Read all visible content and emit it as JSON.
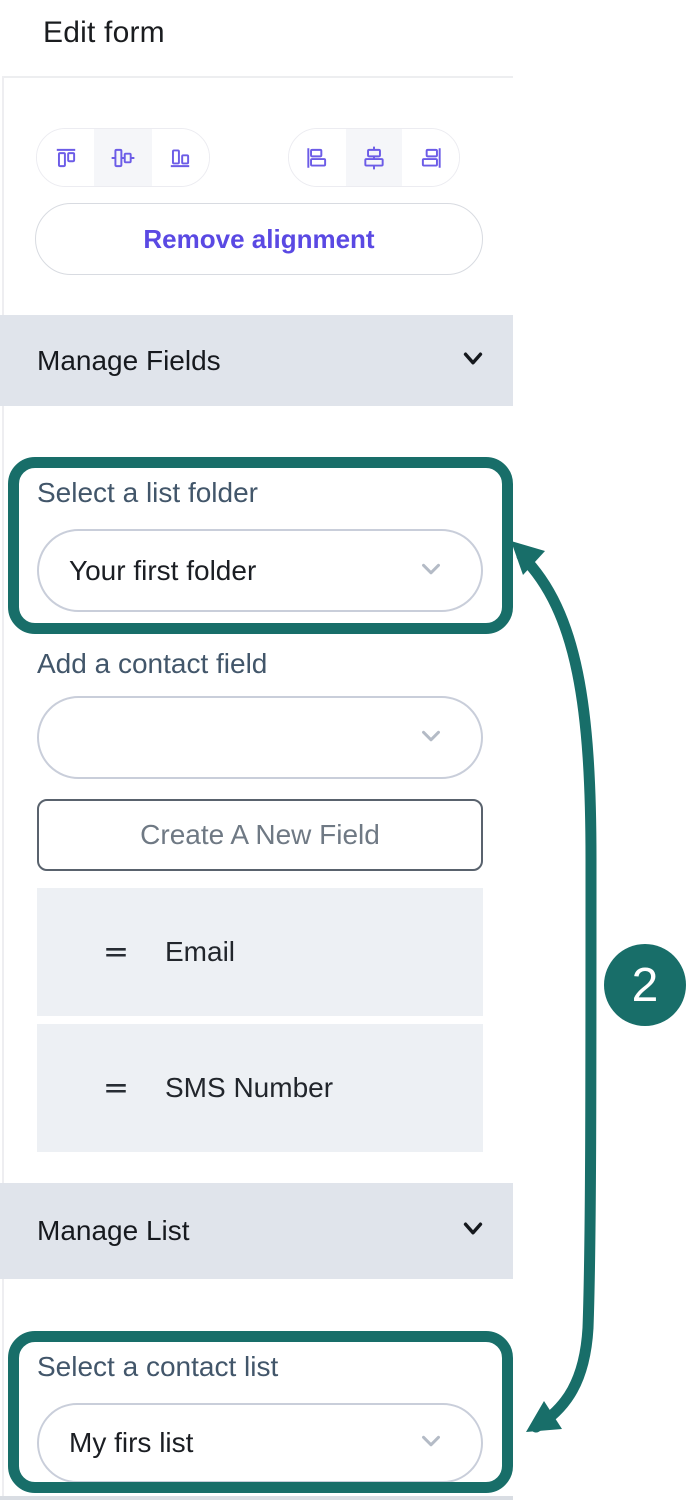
{
  "panel": {
    "title": "Edit form",
    "toolbar": {
      "vertical_align_icons": [
        "align-top",
        "align-middle-vertical",
        "align-bottom"
      ],
      "horizontal_align_icons": [
        "align-left",
        "align-center-horizontal",
        "align-right"
      ],
      "icon_color": "#6c5ce7",
      "remove_alignment_label": "Remove alignment",
      "remove_alignment_color": "#5a49e3"
    },
    "sections": {
      "manage_fields": "Manage Fields",
      "manage_list": "Manage List",
      "header_bg": "#e0e4eb"
    },
    "list_folder": {
      "label": "Select a list folder",
      "value": "Your first folder"
    },
    "contact_field": {
      "label": "Add a contact field",
      "value": ""
    },
    "create_field_label": "Create A New Field",
    "fields": [
      {
        "label": "Email"
      },
      {
        "label": "SMS Number"
      }
    ],
    "contact_list": {
      "label": "Select a contact list",
      "value": "My firs list"
    }
  },
  "annotation": {
    "step_number": "2",
    "color": "#186e69"
  }
}
